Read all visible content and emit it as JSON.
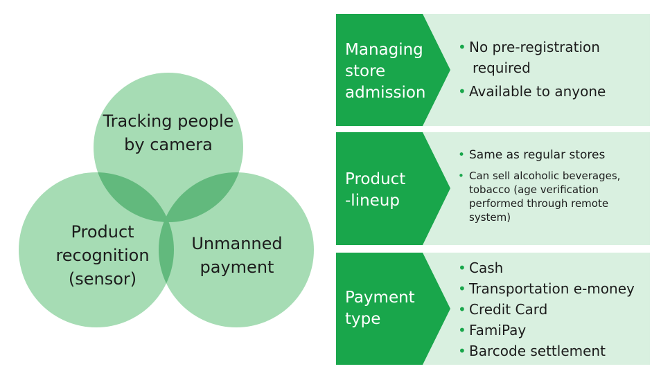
{
  "venn": {
    "circles": [
      {
        "name": "camera",
        "lines": [
          "Tracking people",
          "by camera"
        ]
      },
      {
        "name": "sensor",
        "lines": [
          "Product",
          "recognition",
          "(sensor)"
        ]
      },
      {
        "name": "payment",
        "lines": [
          "Unmanned",
          "payment"
        ]
      }
    ]
  },
  "rows": [
    {
      "title": [
        "Managing",
        "store",
        "admission"
      ],
      "items": [
        [
          "No pre-registration",
          "required"
        ],
        [
          "Available to anyone"
        ]
      ]
    },
    {
      "title": [
        "Product",
        "-lineup"
      ],
      "items": [
        [
          "Same as regular stores"
        ],
        [
          "Can sell alcoholic beverages,",
          "tobacco (age verification",
          "performed through remote",
          "system)"
        ]
      ]
    },
    {
      "title": [
        "Payment",
        "type"
      ],
      "items": [
        [
          "Cash"
        ],
        [
          "Transportation e-money"
        ],
        [
          "Credit Card"
        ],
        [
          "FamiPay"
        ],
        [
          "Barcode settlement"
        ]
      ]
    }
  ],
  "colors": {
    "circle_fill": "#a6dcb4",
    "circle_overlap": "#62b97d",
    "header_green": "#19a64b",
    "panel_light": "#d9f0e0"
  }
}
